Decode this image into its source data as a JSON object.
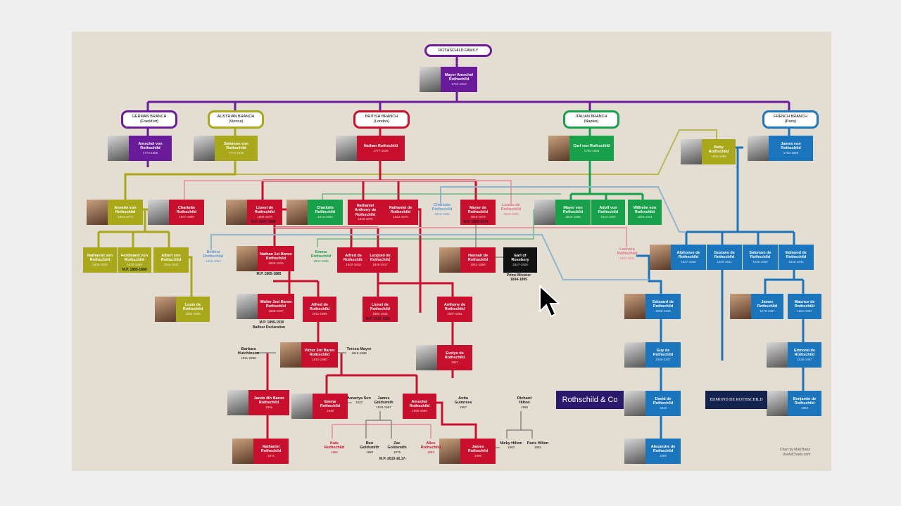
{
  "title": "ROTHSCHILD FAMILY",
  "colors": {
    "german": "#6a1b9a",
    "austrian": "#a9a81a",
    "british": "#c8102e",
    "italian": "#19a04a",
    "french": "#1b75bc",
    "black": "#111111"
  },
  "root": {
    "name": "Mayer Amschel Rothschild",
    "years": "1744-1812"
  },
  "branches": [
    {
      "id": "german",
      "label": "GERMAN BRANCH",
      "city": "(Frankfurt)"
    },
    {
      "id": "austrian",
      "label": "AUSTRIAN BRANCH",
      "city": "(Vienna)"
    },
    {
      "id": "british",
      "label": "BRITISH BRANCH",
      "city": "(London)"
    },
    {
      "id": "italian",
      "label": "ITALIAN BRANCH",
      "city": "(Naples)"
    },
    {
      "id": "french",
      "label": "FRENCH BRANCH",
      "city": "(Paris)"
    }
  ],
  "people": {
    "amschel": {
      "name": "Amschel von Rothschild",
      "years": "1773-1855"
    },
    "salomon": {
      "name": "Salomon von Rothschild",
      "years": "1774-1855"
    },
    "nathan": {
      "name": "Nathan Rothschild",
      "years": "1777-1836"
    },
    "carl": {
      "name": "Carl von Rothschild",
      "years": "1788-1855"
    },
    "betty": {
      "name": "Betty Rothschild",
      "years": "1805-1886"
    },
    "james": {
      "name": "James von Rothschild",
      "years": "1792-1868"
    },
    "anselm": {
      "name": "Anselm von Rothschild",
      "years": "1803-1874"
    },
    "charlotte1": {
      "name": "Charlotte Rothschild",
      "years": "1807-1859"
    },
    "lionel": {
      "name": "Lionel de Rothschild",
      "years": "1808-1879"
    },
    "charlotte2": {
      "name": "Charlotte Rothschild",
      "years": "1819-1884"
    },
    "anthony": {
      "name": "Nathaniel Anthony de Rothschild",
      "years": "1810-1876"
    },
    "nathaniel1": {
      "name": "Nathaniel de Rothschild",
      "years": "1812-1870"
    },
    "charlotte3": {
      "name": "Charlotte Rothschild",
      "years": "1825-1899"
    },
    "mayer": {
      "name": "Mayer de Rothschild",
      "years": "1818-1874"
    },
    "louise": {
      "name": "Louise de Rothschild",
      "years": "1820-1894"
    },
    "mayercarl": {
      "name": "Mayer von Rothschild",
      "years": "1820-1886"
    },
    "adolf": {
      "name": "Adolf von Rothschild",
      "years": "1823-1900"
    },
    "wilhelm": {
      "name": "Wilhelm von Rothschild",
      "years": "1828-1901"
    },
    "nathaniel_a": {
      "name": "Nathaniel von Rothschild",
      "years": "1836-1905"
    },
    "ferdinand": {
      "name": "Ferdinand von Rothschild",
      "years": "1839-1898"
    },
    "albert": {
      "name": "Albert von Rothschild",
      "years": "1844-1911"
    },
    "bettina": {
      "name": "Bettina Rothschild",
      "years": "1858-1892"
    },
    "natty": {
      "name": "Nathan 1st Baron Rothschild",
      "years": "1840-1915"
    },
    "emma": {
      "name": "Emma Rothschild",
      "years": "1844-1935"
    },
    "alfred": {
      "name": "Alfred de Rothschild",
      "years": "1842-1918"
    },
    "leopold": {
      "name": "Leopold de Rothschild",
      "years": "1845-1917"
    },
    "hannah": {
      "name": "Hannah de Rothschild",
      "years": "1851-1890"
    },
    "rosebery": {
      "name": "Earl of Rosebery",
      "years": "1847-1929"
    },
    "leonora": {
      "name": "Leonora Rothschild",
      "years": "1837-1911"
    },
    "alphonse": {
      "name": "Alphonse de Rothschild",
      "years": "1827-1905"
    },
    "gustave": {
      "name": "Gustave de Rothschild",
      "years": "1829-1911"
    },
    "salomon_j": {
      "name": "Salomon de Rothschild",
      "years": "1835-1864"
    },
    "edmond1": {
      "name": "Edmond de Rothschild",
      "years": "1845-1934"
    },
    "louis": {
      "name": "Louis de Rothschild",
      "years": "1882-1955"
    },
    "walter": {
      "name": "Walter 2nd Baron Rothschild",
      "years": "1868-1937"
    },
    "alfred2": {
      "name": "Alfred de Rothschild",
      "years": "1911-1999"
    },
    "lionel2": {
      "name": "Lionel de Rothschild",
      "years": "1882-1942"
    },
    "anthony2": {
      "name": "Anthony de Rothschild",
      "years": "1887-1961"
    },
    "edouard": {
      "name": "Edouard de Rothschild",
      "years": "1868-1949"
    },
    "james2": {
      "name": "James Rothschild",
      "years": "1878-1957"
    },
    "maurice": {
      "name": "Maurice de Rothschild",
      "years": "1881-1957"
    },
    "victor": {
      "name": "Victor 3rd Baron Rothschild",
      "years": "1910-1990"
    },
    "evelyn": {
      "name": "Evelyn de Rothschild",
      "years": "1931"
    },
    "guy": {
      "name": "Guy de Rothschild",
      "years": "1909-2007"
    },
    "edmond2": {
      "name": "Edmond de Rothschild",
      "years": "1926-1997"
    },
    "jacob": {
      "name": "Jacob 4th Baron Rothschild",
      "years": "1936"
    },
    "emma2": {
      "name": "Emma Rothschild",
      "years": "1948"
    },
    "amschel2": {
      "name": "Amschel Rothschild",
      "years": "1955-1996"
    },
    "david": {
      "name": "David de Rothschild",
      "years": "1942"
    },
    "benjamin": {
      "name": "Benjamin de Rothschild",
      "years": "1963"
    },
    "nathaniel2": {
      "name": "Nathaniel Rothschild",
      "years": "1971"
    },
    "jamesr": {
      "name": "James Rothschild",
      "years": "1985"
    },
    "alexandre": {
      "name": "Alexandre de Rothschild",
      "years": "1980"
    }
  },
  "spouses": {
    "barbara": {
      "name": "Barbara Hutchinson",
      "years": "1911-1989"
    },
    "tess": {
      "name": "Teresa Mayor",
      "years": "1915-1996"
    },
    "amartya": {
      "name": "Amartya Sen",
      "years": "1933"
    },
    "jgold": {
      "name": "James Goldsmith",
      "years": "1933-1997"
    },
    "anita": {
      "name": "Anita Guinness",
      "years": "1957"
    },
    "richard": {
      "name": "Richard Hilton",
      "years": "1955"
    },
    "kate": {
      "name": "Kate Rothschild",
      "years": "1982"
    },
    "ben": {
      "name": "Ben Goldsmith",
      "years": "1980"
    },
    "zac": {
      "name": "Zac Goldsmith",
      "years": "1975"
    },
    "alice": {
      "name": "Alice Rothschild",
      "years": "1983"
    },
    "nicky": {
      "name": "Nicky Hilton",
      "years": "1983"
    },
    "paris": {
      "name": "Paris Hilton",
      "years": "1981"
    }
  },
  "notes": {
    "lionel_mp": "M.P. 1847-1868",
    "mayer_mp": "M.P. 1859-1874",
    "nathan_mp": "M.P. 1865-1885",
    "ferdinand_mp": "M.P. 1885-1898",
    "walter_mp": "M.P. 1899-1910",
    "balfour": "Balfour Declaration",
    "lionel2_mp": "M.P. 1910-1922",
    "rosebery_pm": "Prime Minister 1894-1895",
    "zac_mp": "M.P. 2010-16,17-"
  },
  "logos": {
    "rothschild_co": "Rothschild & Co",
    "edmond": "EDMOND DE ROTHSCHILD"
  },
  "credit": {
    "line1": "Chart by Matt Batur",
    "line2": "UsefulCharts.com"
  }
}
